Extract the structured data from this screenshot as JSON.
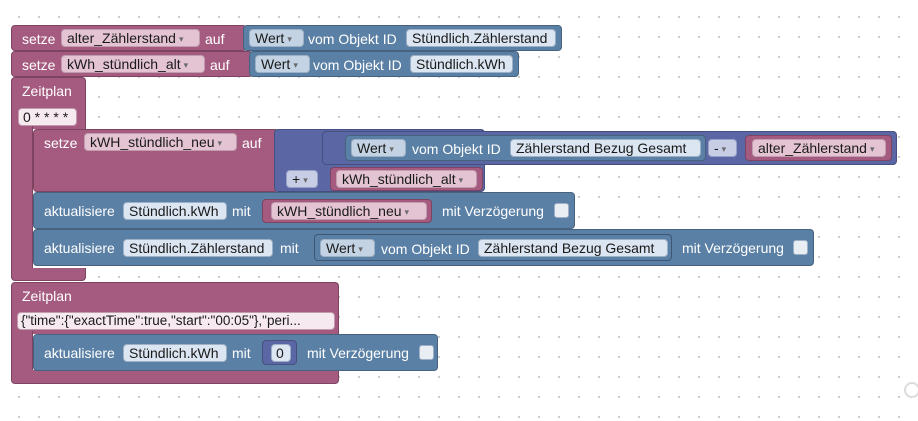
{
  "rows": {
    "set_alter": {
      "set_label": "setze",
      "variable": "alter_Zählerstand",
      "to_label": "auf",
      "value_select": "Wert",
      "from_object_label": "vom Objekt ID",
      "object_id": "Stündlich.Zählerstand"
    },
    "set_kwh_alt": {
      "set_label": "setze",
      "variable": "kWh_stündlich_alt",
      "to_label": "auf",
      "value_select": "Wert",
      "from_object_label": "vom Objekt ID",
      "object_id": "Stündlich.kWh"
    }
  },
  "schedule1": {
    "title": "Zeitplan",
    "cron": "0 * * * *",
    "set_neu": {
      "set_label": "setze",
      "variable": "kWH_stündlich_neu",
      "to_label": "auf",
      "value_select": "Wert",
      "from_object_label": "vom Objekt ID",
      "object_id": "Zählerstand Bezug Gesamt",
      "minus_op": "-",
      "minus_var": "alter_Zählerstand",
      "plus_op": "+",
      "plus_var": "kWh_stündlich_alt"
    },
    "update1": {
      "update_label": "aktualisiere",
      "object_id": "Stündlich.kWh",
      "with_label": "mit",
      "value_var": "kWH_stündlich_neu",
      "delay_label": "mit Verzögerung"
    },
    "update2": {
      "update_label": "aktualisiere",
      "object_id": "Stündlich.Zählerstand",
      "with_label": "mit",
      "value_select": "Wert",
      "from_object_label": "vom Objekt ID",
      "source_object_id": "Zählerstand Bezug Gesamt",
      "delay_label": "mit Verzögerung"
    }
  },
  "schedule2": {
    "title": "Zeitplan",
    "spec": "{\"time\":{\"exactTime\":true,\"start\":\"00:05\"},\"peri...",
    "update": {
      "update_label": "aktualisiere",
      "object_id": "Stündlich.kWh",
      "with_label": "mit",
      "value": "0",
      "delay_label": "mit Verzögerung"
    }
  },
  "icons": {
    "dropdown": "▾",
    "trashcan": "trashcan-icon"
  },
  "colors": {
    "variable_block": "#a55b80",
    "action_block": "#5b80a5",
    "math_block": "#5b67a5"
  }
}
